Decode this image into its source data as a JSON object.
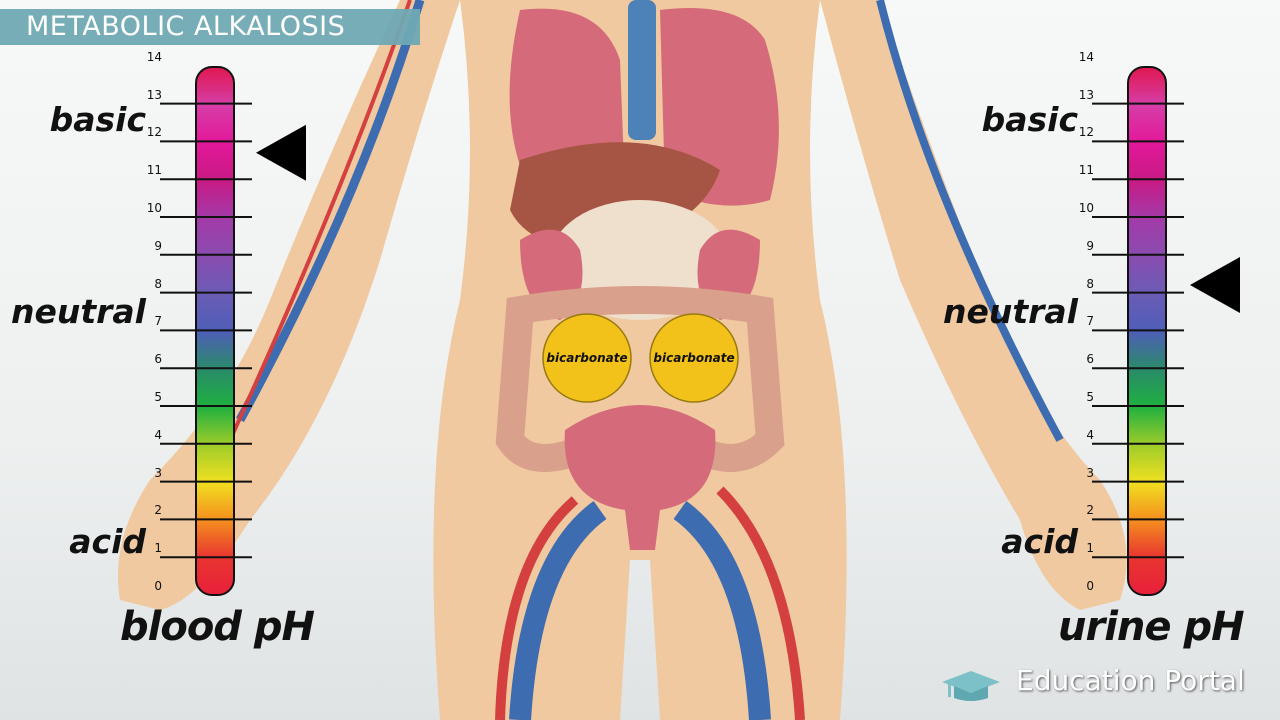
{
  "header": {
    "title": "METABOLIC ALKALOSIS"
  },
  "scales": [
    {
      "id": "blood",
      "title": "blood pH",
      "labels": {
        "basic": "basic",
        "neutral": "neutral",
        "acid": "acid"
      },
      "indicator_ph": 11.7
    },
    {
      "id": "urine",
      "title": "urine pH",
      "labels": {
        "basic": "basic",
        "neutral": "neutral",
        "acid": "acid"
      },
      "indicator_ph": 8.2
    }
  ],
  "ticks": [
    "0",
    "1",
    "2",
    "3",
    "4",
    "5",
    "6",
    "7",
    "8",
    "9",
    "10",
    "11",
    "12",
    "13",
    "14"
  ],
  "ph_colors": [
    "#e8203a",
    "#e83530",
    "#f5901e",
    "#f0e020",
    "#9ccc2a",
    "#1fb040",
    "#2a8a6a",
    "#4f5eb8",
    "#6b5cb5",
    "#8a4cb0",
    "#a33aa8",
    "#c81a85",
    "#e3189a",
    "#d63ea8",
    "#e0174f"
  ],
  "body": {
    "bubbles": [
      "bicarbonate",
      "bicarbonate"
    ],
    "skin_color": "#f0c9a0",
    "bubble_color": "#f2c21a"
  },
  "brand": {
    "name": "Education Portal",
    "icon": "graduation-cap-icon"
  }
}
